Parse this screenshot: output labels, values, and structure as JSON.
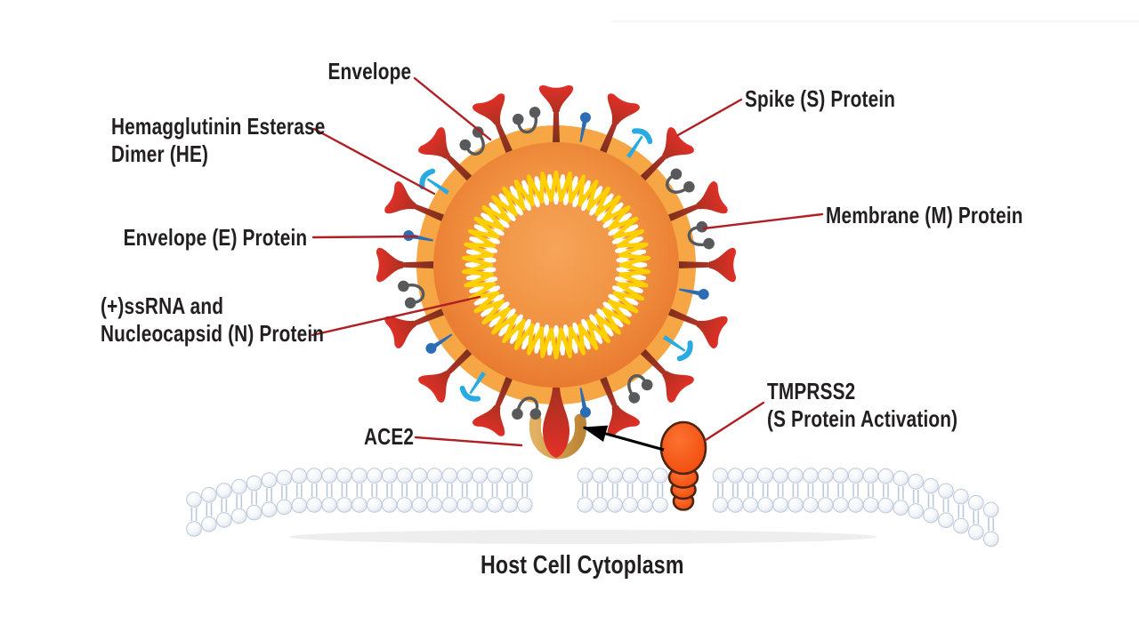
{
  "diagram": {
    "subject": "Coronavirus structure and host cell entry",
    "labels": {
      "envelope": "Envelope",
      "he_dimer_line1": "Hemagglutinin Esterase",
      "he_dimer_line2": "Dimer (HE)",
      "e_protein": "Envelope (E) Protein",
      "rna_line1": "(+)ssRNA and",
      "rna_line2": "Nucleocapsid (N) Protein",
      "spike": "Spike (S) Protein",
      "membrane_protein": "Membrane (M) Protein",
      "ace2": "ACE2",
      "tmprss2_line1": "TMPRSS2",
      "tmprss2_line2": "(S Protein Activation)",
      "host_cell": "Host Cell Cytoplasm"
    },
    "colors": {
      "background": "#ffffff",
      "label_text": "#231f20",
      "leader_line": "#b01f24",
      "virus_ring": "#f6a644",
      "virus_body_center": "#f6a459",
      "virus_body_edge": "#e7742b",
      "spike_head": "#e63028",
      "spike_stem_dark": "#7e301d",
      "spike_stem_light": "#b93327",
      "rna_yellow": "#ffd000",
      "rna_white": "#ffffff",
      "he_protein_blue": "#29abe2",
      "e_protein_blue": "#2b6cb5",
      "m_protein_gray": "#58595b",
      "ace2_tan_light": "#e2b162",
      "ace2_tan_dark": "#bd8637",
      "tmprss2_orange": "#f14a0c",
      "tmprss2_outline": "#4f2410",
      "membrane_head_edge": "#d8e0ea",
      "membrane_outline": "#bcc9da",
      "arrow_black": "#000000"
    }
  }
}
